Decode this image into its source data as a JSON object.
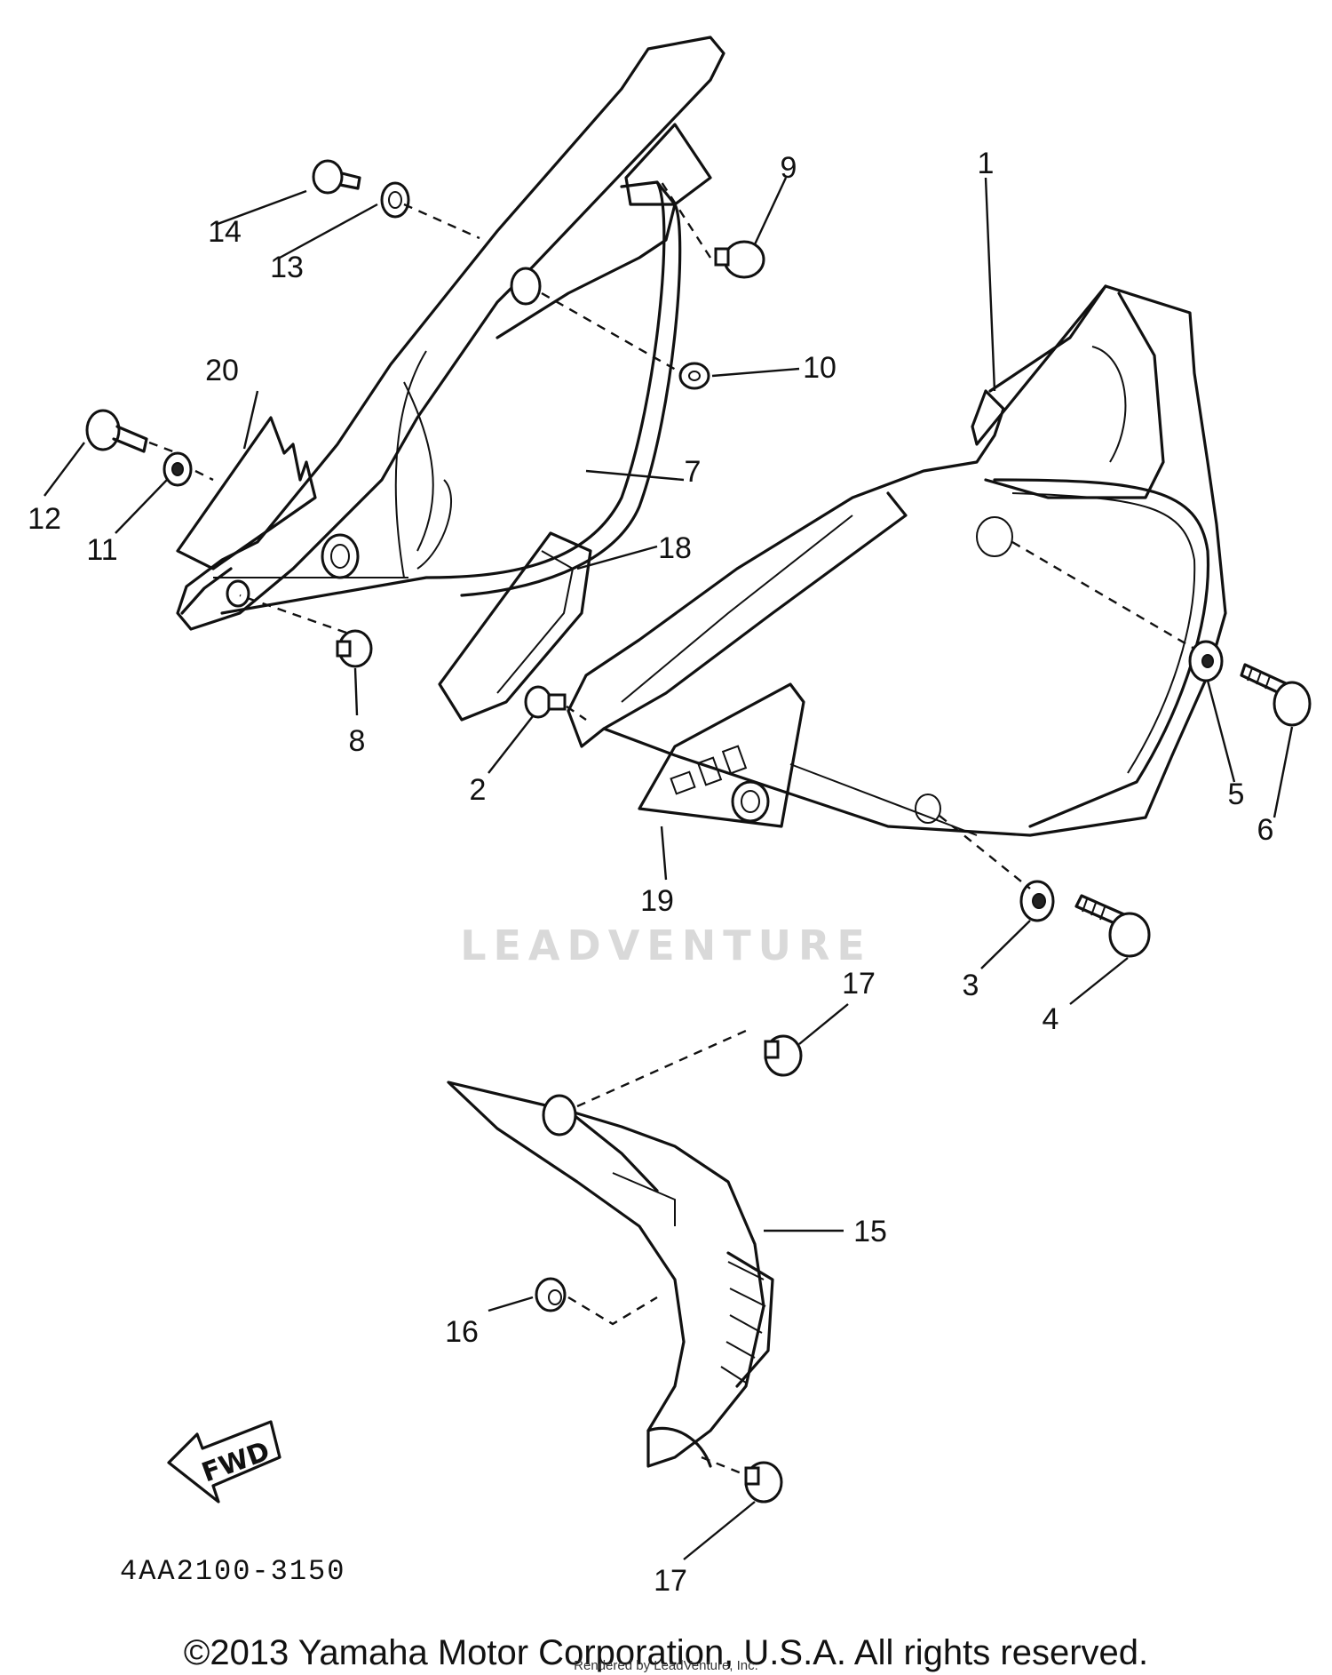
{
  "diagram": {
    "callouts": {
      "n1": "1",
      "n2": "2",
      "n3": "3",
      "n4": "4",
      "n5": "5",
      "n6": "6",
      "n7": "7",
      "n8": "8",
      "n9": "9",
      "n10": "10",
      "n11": "11",
      "n12": "12",
      "n13": "13",
      "n14": "14",
      "n15": "15",
      "n16": "16",
      "n17a": "17",
      "n17b": "17",
      "n18": "18",
      "n19": "19",
      "n20": "20"
    },
    "part_code": "4AA2100-3150",
    "fwd_label": "FWD",
    "watermark": "LEADVENTURE"
  },
  "footer": {
    "copyright": "©2013 Yamaha Motor Corporation, U.S.A. All rights reserved.",
    "rendered": "Rendered by LeadVenture, Inc."
  }
}
